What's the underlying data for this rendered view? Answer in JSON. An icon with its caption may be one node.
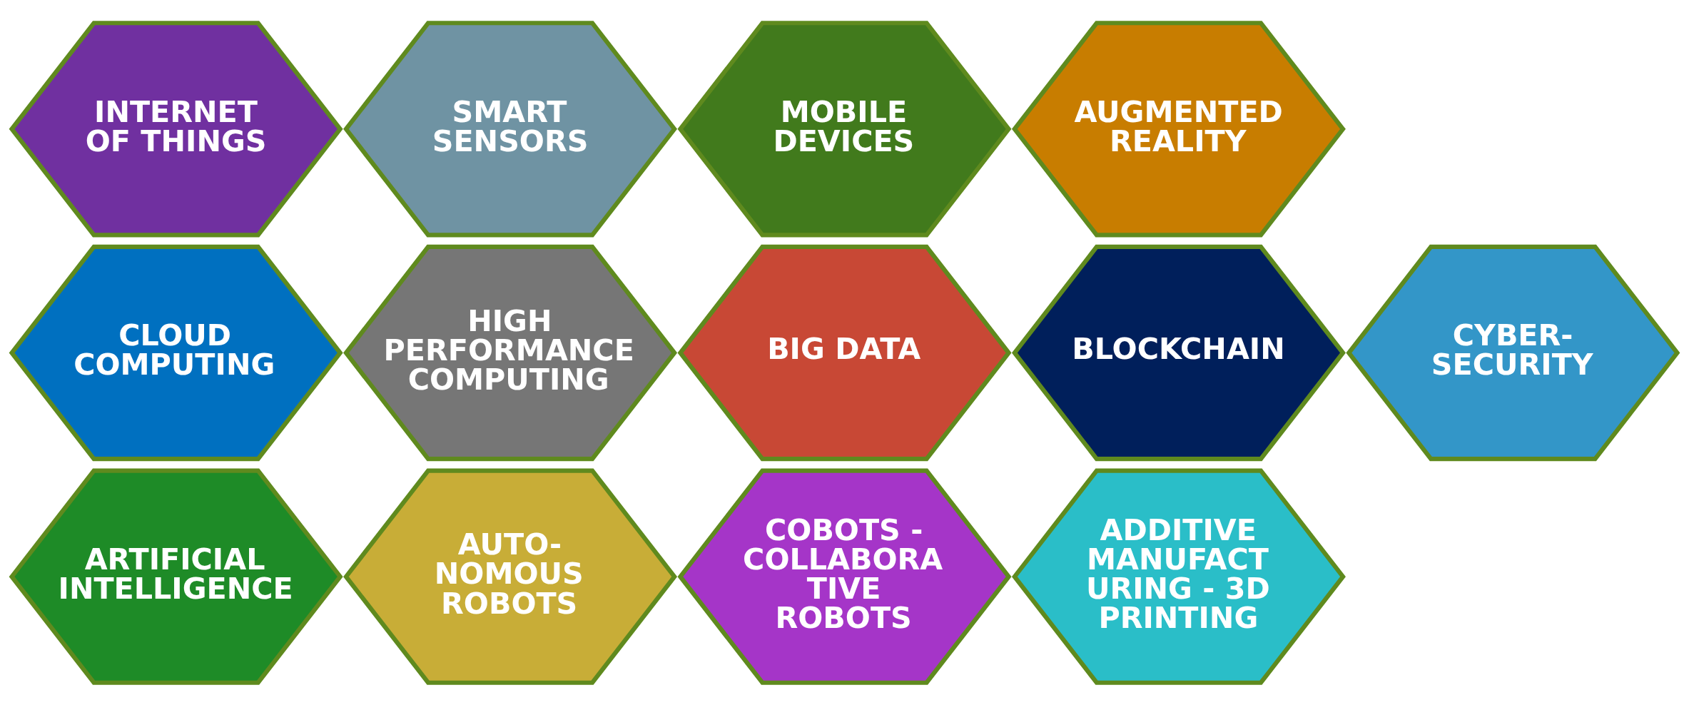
{
  "diagram": {
    "nodes": [
      {
        "text": [
          "INTERNET OF THINGS"
        ]
      },
      {
        "text": [
          "SMART SENSORS"
        ]
      },
      {
        "text": [
          "MOBILE DEVICES"
        ]
      },
      {
        "text": [
          "AUGMENTED REALITY"
        ]
      },
      {
        "text": [
          "CLOUD COMPUTING"
        ]
      },
      {
        "text": [
          "HIGH PERFORMANCE COMPUTING"
        ]
      },
      {
        "text": [
          "BIG DATA"
        ]
      },
      {
        "text": [
          "BLOCKCHAIN"
        ]
      },
      {
        "text": [
          "CYBER- SECURITY"
        ]
      },
      {
        "text": [
          "ARTIFICIAL INTELLIGENCE"
        ]
      },
      {
        "text": [
          "AUTO- NOMOUS ROBOTS"
        ]
      },
      {
        "text": [
          "COBOTS - COLLABORA TIVE ROBOTS"
        ]
      },
      {
        "text": [
          "ADDITIVE MANUFACT URING - 3D PRINTING"
        ]
      }
    ]
  }
}
